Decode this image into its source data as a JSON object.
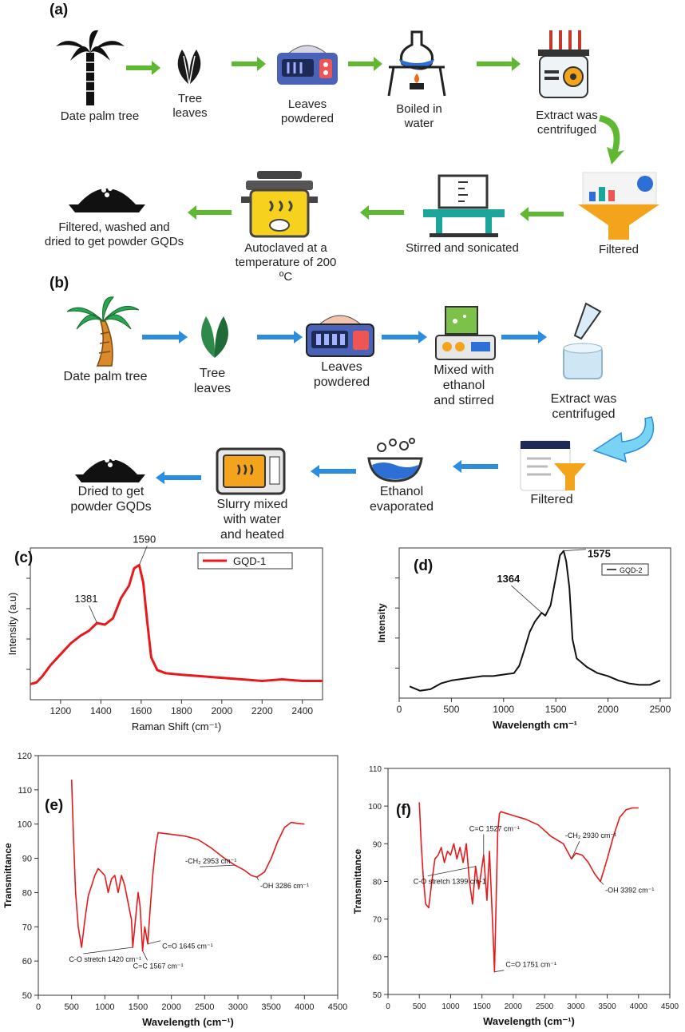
{
  "panel_a": {
    "letter": "(a)",
    "steps": [
      "Date palm tree",
      "Tree\nleaves",
      "Leaves\npowdered",
      "Boiled in\nwater",
      "Extract was\ncentrifuged",
      "Filtered",
      "Stirred and sonicated",
      "Autoclaved at a\ntemperature of 200 ºC",
      "Filtered, washed and\ndried to get powder GQDs"
    ],
    "arrow_color": "#5fb832"
  },
  "panel_b": {
    "letter": "(b)",
    "steps": [
      "Date palm tree",
      "Tree\nleaves",
      "Leaves\npowdered",
      "Mixed with\nethanol\nand stirred",
      "Extract was\ncentrifuged",
      "Filtered",
      "Ethanol\nevaporated",
      "Slurry mixed\nwith water\nand heated",
      "Dried to get\npowder GQDs"
    ],
    "arrow_color": "#2a8de0"
  },
  "chart_data": [
    {
      "panel": "(c)",
      "type": "line",
      "xlabel": "Raman Shift (cm⁻¹)",
      "ylabel": "Intensity (a.u)",
      "xlim": [
        1050,
        2500
      ],
      "xticks": [
        "1200",
        "1400",
        "1600",
        "1800",
        "2000",
        "2200",
        "2400"
      ],
      "series": [
        {
          "name": "GQD-1",
          "color": "#e8191b",
          "x": [
            1050,
            1080,
            1110,
            1150,
            1200,
            1250,
            1300,
            1340,
            1381,
            1420,
            1460,
            1500,
            1540,
            1565,
            1590,
            1610,
            1630,
            1650,
            1680,
            1720,
            1800,
            1900,
            2000,
            2100,
            2200,
            2300,
            2400,
            2500
          ],
          "y": [
            0.15,
            0.16,
            0.2,
            0.27,
            0.34,
            0.41,
            0.46,
            0.49,
            0.54,
            0.53,
            0.57,
            0.7,
            0.78,
            0.89,
            0.91,
            0.8,
            0.55,
            0.32,
            0.24,
            0.22,
            0.21,
            0.2,
            0.19,
            0.18,
            0.17,
            0.18,
            0.17,
            0.17
          ]
        }
      ],
      "annotations": [
        {
          "text": "1381",
          "x": 1381,
          "y": 0.54
        },
        {
          "text": "1590",
          "x": 1590,
          "y": 0.91
        }
      ],
      "legend": "top-right"
    },
    {
      "panel": "(d)",
      "type": "line",
      "xlabel": "Wavelength cm⁻¹",
      "ylabel": "Intensity",
      "xlim": [
        0,
        2600
      ],
      "xticks": [
        "0",
        "500",
        "1000",
        "1500",
        "2000",
        "2500"
      ],
      "series": [
        {
          "name": "GQD-2",
          "color": "#111111",
          "x": [
            100,
            200,
            300,
            400,
            500,
            600,
            700,
            800,
            900,
            1000,
            1100,
            1150,
            1200,
            1250,
            1300,
            1364,
            1400,
            1450,
            1500,
            1540,
            1575,
            1600,
            1630,
            1660,
            1700,
            1750,
            1800,
            1900,
            2000,
            2100,
            2200,
            2300,
            2400,
            2500
          ],
          "y": [
            0.08,
            0.05,
            0.06,
            0.1,
            0.12,
            0.13,
            0.14,
            0.15,
            0.15,
            0.16,
            0.17,
            0.22,
            0.33,
            0.45,
            0.52,
            0.58,
            0.56,
            0.63,
            0.82,
            0.97,
            1.0,
            0.93,
            0.75,
            0.4,
            0.27,
            0.24,
            0.21,
            0.17,
            0.15,
            0.12,
            0.1,
            0.09,
            0.09,
            0.12
          ]
        }
      ],
      "annotations": [
        {
          "text": "1364",
          "x": 1364,
          "y": 0.58
        },
        {
          "text": "1575",
          "x": 1575,
          "y": 1.0
        }
      ],
      "legend": "top-right"
    },
    {
      "panel": "(e)",
      "type": "line",
      "xlabel": "Wavelength (cm⁻¹)",
      "ylabel": "Transmittance",
      "xlim": [
        0,
        4500
      ],
      "ylim": [
        50,
        120
      ],
      "xticks": [
        "0",
        "500",
        "1000",
        "1500",
        "2000",
        "2500",
        "3000",
        "3500",
        "4000",
        "4500"
      ],
      "yticks": [
        "50",
        "60",
        "70",
        "80",
        "90",
        "100",
        "110",
        "120"
      ],
      "series": [
        {
          "name": "",
          "color": "#e8191b",
          "x": [
            500,
            530,
            560,
            600,
            650,
            700,
            750,
            800,
            850,
            900,
            950,
            1000,
            1050,
            1100,
            1150,
            1200,
            1250,
            1300,
            1350,
            1400,
            1420,
            1450,
            1500,
            1530,
            1567,
            1600,
            1645,
            1680,
            1720,
            1760,
            1800,
            2000,
            2200,
            2400,
            2600,
            2800,
            2953,
            3100,
            3200,
            3286,
            3400,
            3500,
            3600,
            3700,
            3800,
            3900,
            4000
          ],
          "y": [
            113,
            95,
            80,
            70,
            64,
            72,
            79,
            82,
            85,
            87,
            86,
            85,
            80,
            84,
            85,
            80,
            85,
            82,
            77,
            72,
            64,
            70,
            80,
            76,
            63,
            70,
            65,
            75,
            85,
            93,
            97.5,
            97,
            96.5,
            95.5,
            93,
            90,
            88,
            86.5,
            85,
            84.5,
            86,
            90,
            95,
            99,
            100.5,
            100.2,
            100
          ]
        }
      ],
      "annotations": [
        {
          "text": "C-O stretch 1420 cm⁻¹",
          "x": 1420,
          "y": 64
        },
        {
          "text": "C=C 1567 cm⁻¹",
          "x": 1567,
          "y": 63
        },
        {
          "text": "C=O 1645 cm⁻¹",
          "x": 1645,
          "y": 65
        },
        {
          "text": "-CH₂ 2953 cm⁻¹",
          "x": 2953,
          "y": 88
        },
        {
          "text": "-OH 3286 cm⁻¹",
          "x": 3286,
          "y": 84.5
        }
      ]
    },
    {
      "panel": "(f)",
      "type": "line",
      "xlabel": "Wavelength (cm⁻¹)",
      "ylabel": "Transmittance",
      "xlim": [
        0,
        4500
      ],
      "ylim": [
        50,
        110
      ],
      "xticks": [
        "0",
        "500",
        "1000",
        "1500",
        "2000",
        "2500",
        "3000",
        "3500",
        "4000",
        "4500"
      ],
      "yticks": [
        "50",
        "60",
        "70",
        "80",
        "90",
        "100",
        "110"
      ],
      "series": [
        {
          "name": "",
          "color": "#e8191b",
          "x": [
            500,
            530,
            560,
            600,
            650,
            700,
            750,
            800,
            850,
            900,
            950,
            1000,
            1050,
            1100,
            1150,
            1200,
            1250,
            1300,
            1350,
            1399,
            1450,
            1527,
            1580,
            1620,
            1680,
            1700,
            1751,
            1780,
            1800,
            2000,
            2200,
            2400,
            2600,
            2800,
            2930,
            3000,
            3100,
            3200,
            3300,
            3392,
            3500,
            3600,
            3700,
            3800,
            3900,
            4000
          ],
          "y": [
            101,
            90,
            82,
            74,
            73,
            80,
            86,
            87,
            89,
            85,
            88,
            87,
            90,
            86,
            89,
            85,
            90,
            80,
            74,
            84,
            78,
            87,
            75,
            88,
            65,
            56,
            93,
            98,
            98.5,
            97.5,
            96.5,
            95,
            92,
            90,
            86,
            87.5,
            87,
            85,
            82,
            80,
            86,
            92,
            97,
            99,
            99.5,
            99.5
          ]
        }
      ],
      "annotations": [
        {
          "text": "C=C 1527 cm⁻¹",
          "x": 1527,
          "y": 87
        },
        {
          "text": "C-O stretch 1399 cm-1",
          "x": 1399,
          "y": 84
        },
        {
          "text": "C=O 1751 cm⁻¹",
          "x": 1700,
          "y": 56
        },
        {
          "text": "-CH₂ 2930 cm⁻¹",
          "x": 2930,
          "y": 86
        },
        {
          "text": "-OH 3392 cm⁻¹",
          "x": 3392,
          "y": 80
        }
      ]
    }
  ]
}
